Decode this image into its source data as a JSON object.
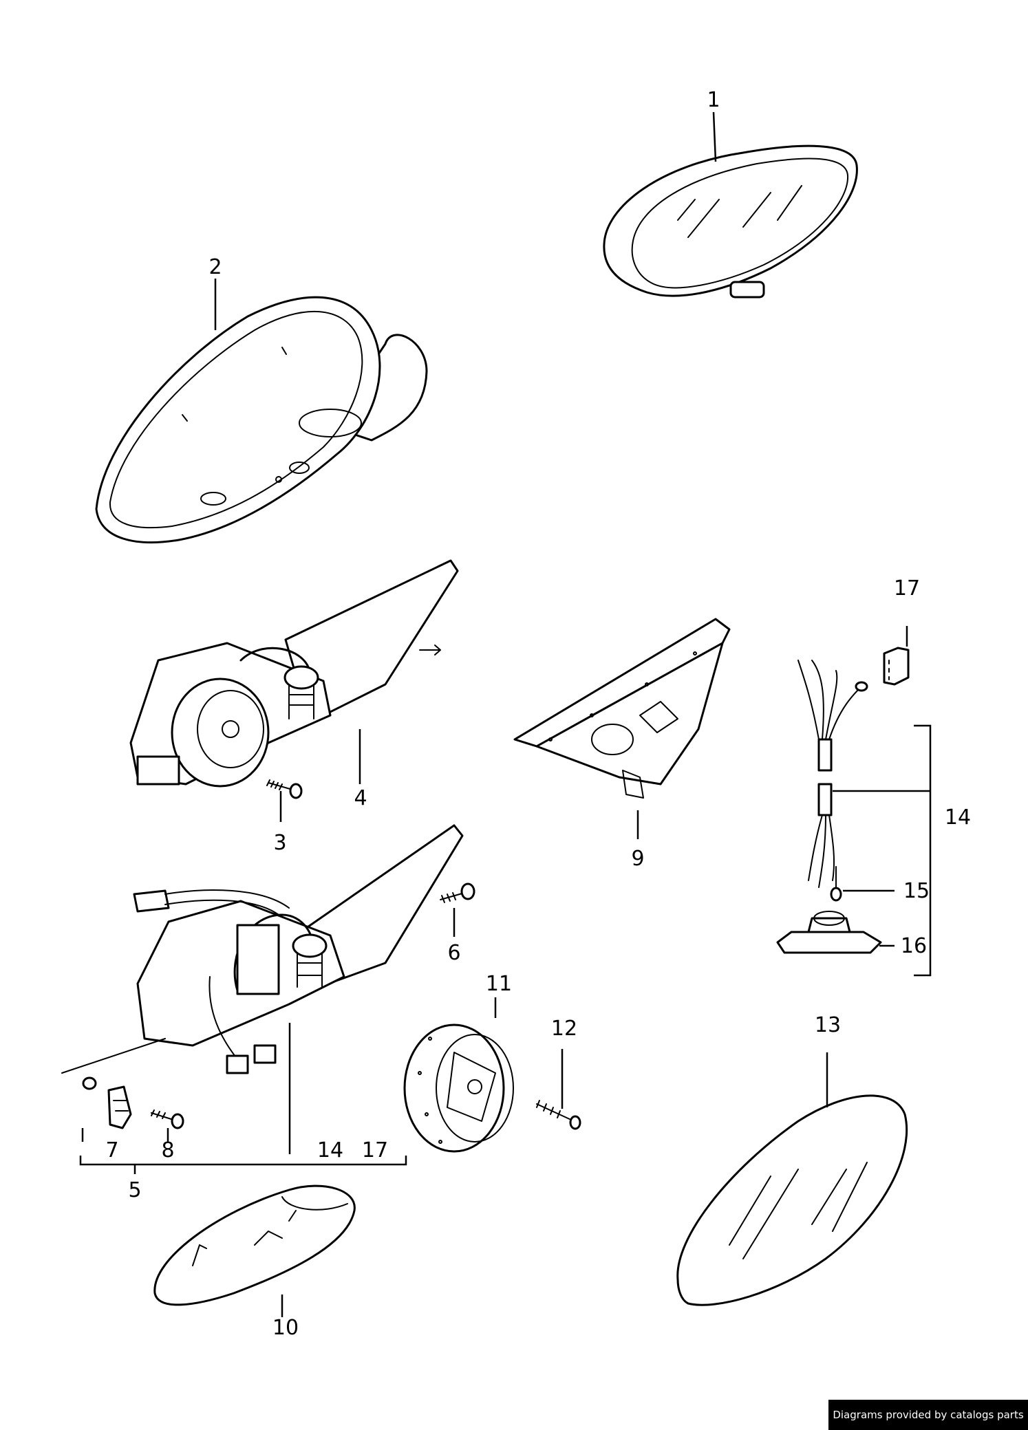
{
  "callouts": [
    "1",
    "2",
    "3",
    "4",
    "5",
    "6",
    "7",
    "8",
    "9",
    "10",
    "11",
    "12",
    "13",
    "14",
    "15",
    "16",
    "17"
  ],
  "group_labels": {
    "group5_part14": "14",
    "group5_part17": "17"
  },
  "footer": {
    "credit": "Diagrams provided by catalogs parts"
  }
}
